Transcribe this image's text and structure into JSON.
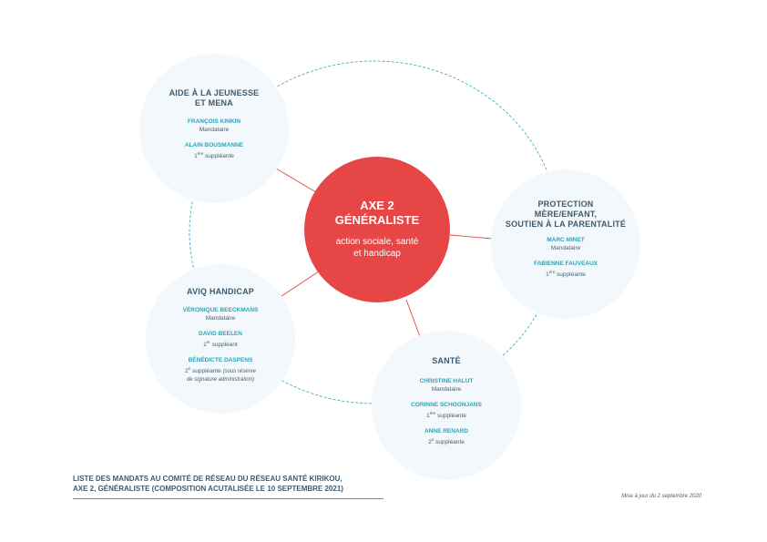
{
  "center": {
    "title_line1": "AXE 2",
    "title_line2": "GÉNÉRALISTE",
    "subtitle_line1": "action sociale, santé",
    "subtitle_line2": "et handicap"
  },
  "nodes": {
    "jeunesse": {
      "title_line1": "AIDE À LA JEUNESSE",
      "title_line2": "ET MENA",
      "members": [
        {
          "name": "FRANÇOIS KINKIN",
          "role": "Mandataire"
        },
        {
          "name": "ALAIN BOUSMANNE",
          "role_num": "1",
          "role_sup": "ère",
          "role_rest": " suppléante"
        }
      ]
    },
    "protection": {
      "title_line1": "PROTECTION",
      "title_line2": "MÈRE/ENFANT,",
      "title_line3": "SOUTIEN À LA PARENTALITÉ",
      "members": [
        {
          "name": "MARC MINET",
          "role": "Mandataire"
        },
        {
          "name": "FABIENNE FAUVEAUX",
          "role_num": "1",
          "role_sup": "ère",
          "role_rest": " suppléante"
        }
      ]
    },
    "aviq": {
      "title": "AVIQ HANDICAP",
      "members": [
        {
          "name": "VÉRONIQUE BEECKMANS",
          "role": "Mandataire"
        },
        {
          "name": "DAVID BEELEN",
          "role_num": "1",
          "role_sup": "er",
          "role_rest": " suppléant"
        },
        {
          "name": "BÉNÉDICTE DASPENS",
          "role_num": "2",
          "role_sup": "e",
          "role_rest": " suppléante ",
          "note_line1": "(sous réserve",
          "note_line2": "de signature administration)"
        }
      ]
    },
    "sante": {
      "title": "SANTÉ",
      "members": [
        {
          "name": "CHRISTINE HALUT",
          "role": "Mandataire"
        },
        {
          "name": "CORINNE SCHOONJANS",
          "role_num": "1",
          "role_sup": "ère",
          "role_rest": " suppléante"
        },
        {
          "name": "ANNE RENARD",
          "role_num": "2",
          "role_sup": "e",
          "role_rest": " suppléante"
        }
      ]
    }
  },
  "caption": {
    "line1": "LISTE DES MANDATS AU COMITÉ DE RÉSEAU DU RÉSEAU SANTÉ KIRIKOU,",
    "line2": "AXE 2, GÉNÉRALISTE (COMPOSITION ACUTALISÉE LE 10 SEPTEMBRE 2021)"
  },
  "update_note": "Mise à jour du 2 septembre 2020",
  "colors": {
    "center": "#e64646",
    "node_fill": "#f2f8fb",
    "title": "#3e5a6f",
    "name": "#2aa5ba",
    "dashed_ring": "#2aa5ba",
    "arrow": "#e64646"
  }
}
